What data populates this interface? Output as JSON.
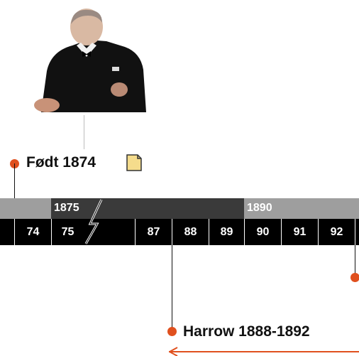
{
  "portrait": {
    "alt": "Portrait"
  },
  "events": {
    "born": {
      "label": "Født 1874"
    },
    "harrow": {
      "label": "Harrow 1888-1892"
    }
  },
  "timeline": {
    "eras": [
      {
        "label": "1875"
      },
      {
        "label": "1890"
      }
    ],
    "years": [
      "74",
      "75",
      "87",
      "88",
      "89",
      "90",
      "91",
      "92"
    ]
  },
  "colors": {
    "accent": "#e0501e",
    "era_band_dark": "#3a3a3a",
    "era_band_light": "#9e9e9e",
    "year_band": "#000000",
    "note_icon_fill": "#f5dc8c"
  },
  "icons": {
    "note": "note-icon",
    "timeline_break": "lightning-break-icon"
  }
}
